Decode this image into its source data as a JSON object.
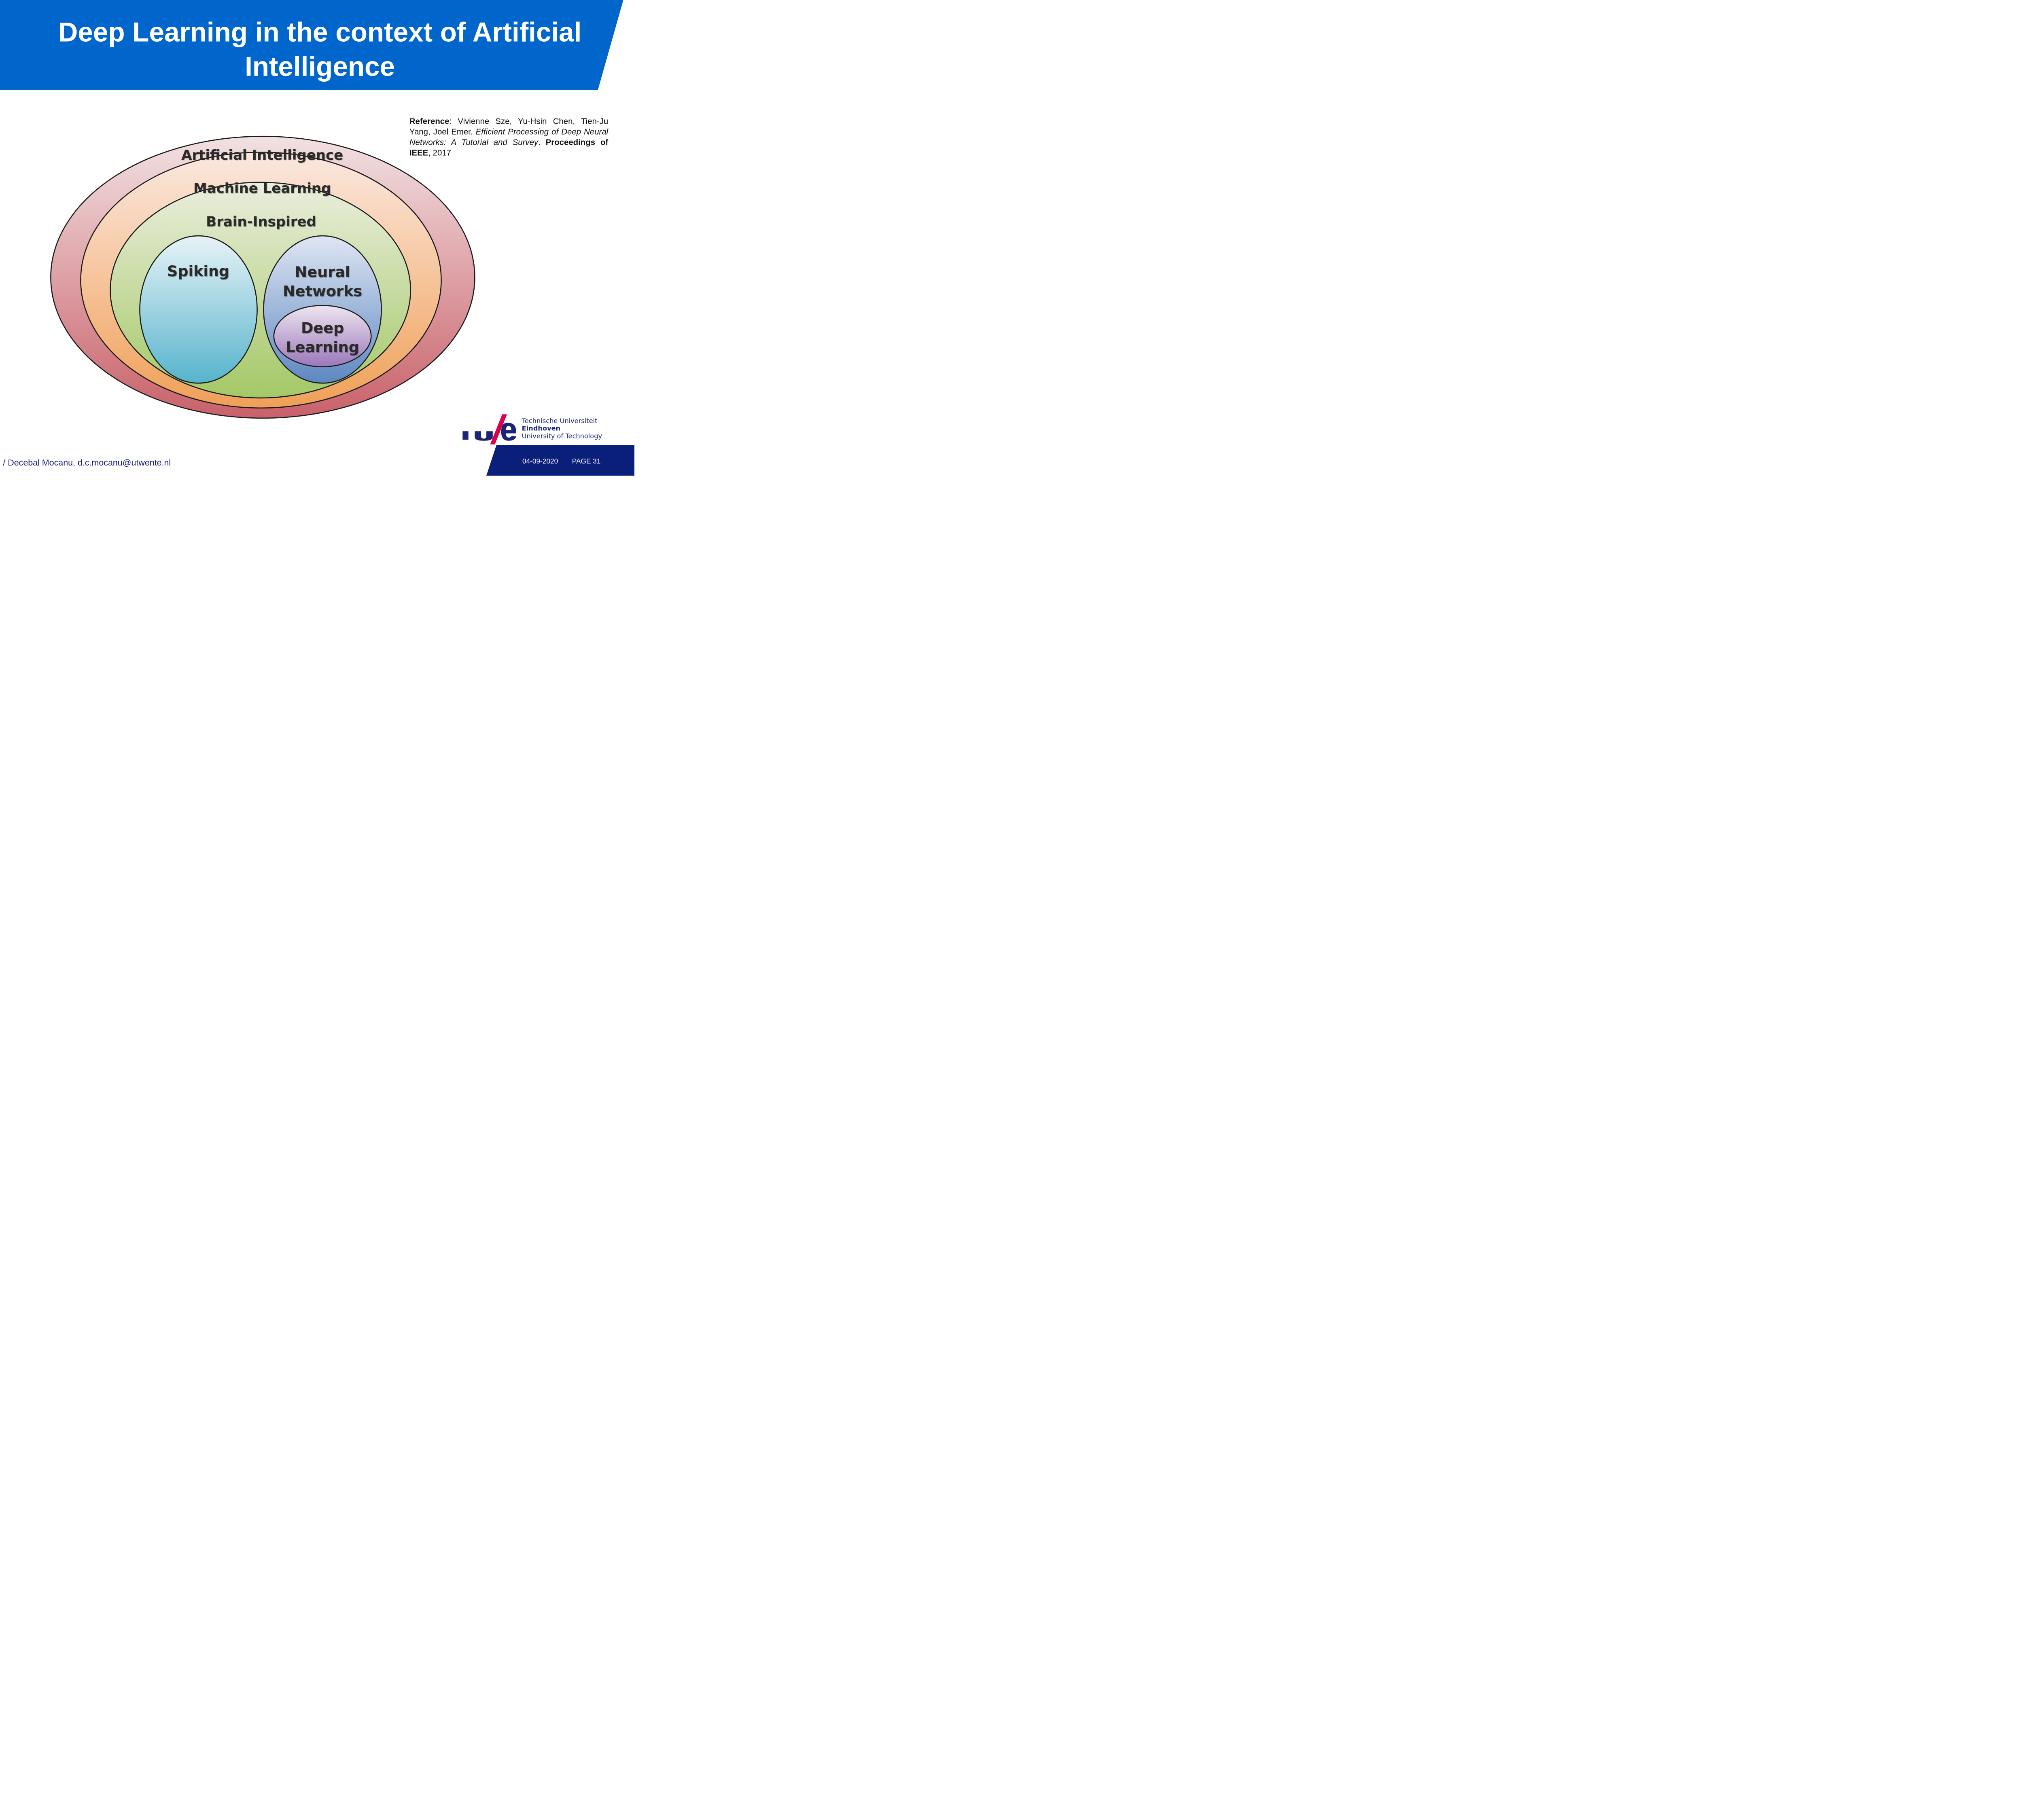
{
  "slide": {
    "title": "Deep Learning in the context of Artificial Intelligence"
  },
  "reference": {
    "label": "Reference",
    "authors": ": Vivienne Sze, Yu-Hsin Chen, Tien-Ju Yang, Joel Emer. ",
    "paper_title": "Efficient Processing of Deep Neural Networks: A Tutorial and Survey",
    "dot": ". ",
    "venue": "Proceedings of IEEE",
    "year": ", 2017"
  },
  "diagram": {
    "regions": [
      {
        "id": "ai",
        "label": "Artificial Intelligence",
        "contains": [
          "ml"
        ],
        "color_top": "#f2e1e2",
        "color_bottom": "#c9616a"
      },
      {
        "id": "ml",
        "label": "Machine Learning",
        "contains": [
          "brain"
        ],
        "color_top": "#fbe8df",
        "color_bottom": "#f0a057"
      },
      {
        "id": "brain",
        "label": "Brain-Inspired",
        "contains": [
          "spiking",
          "nn"
        ],
        "color_top": "#eaeedd",
        "color_bottom": "#a4c866"
      },
      {
        "id": "spiking",
        "label": "Spiking",
        "contains": [],
        "color_top": "#e7f3f7",
        "color_bottom": "#56b4cc"
      },
      {
        "id": "nn",
        "label_line1": "Neural",
        "label_line2": "Networks",
        "contains": [
          "dl"
        ],
        "color_top": "#dfe6f3",
        "color_bottom": "#5e88c2"
      },
      {
        "id": "dl",
        "label_line1": "Deep",
        "label_line2": "Learning",
        "contains": [],
        "color_top": "#eee5f0",
        "color_bottom": "#9a78ba"
      }
    ]
  },
  "footer": {
    "author": "/ Decebal Mocanu, d.c.mocanu@utwente.nl",
    "date": "04-09-2020",
    "page": "PAGE 31"
  },
  "logo": {
    "mark": "tu/e",
    "line1": "Technische Universiteit",
    "line2": "Eindhoven",
    "line3": "University of Technology"
  },
  "colors": {
    "banner": "#0066cc",
    "footer_band": "#0a1f7a",
    "logo_blue": "#1d2377",
    "logo_slash": "#d9004c"
  }
}
